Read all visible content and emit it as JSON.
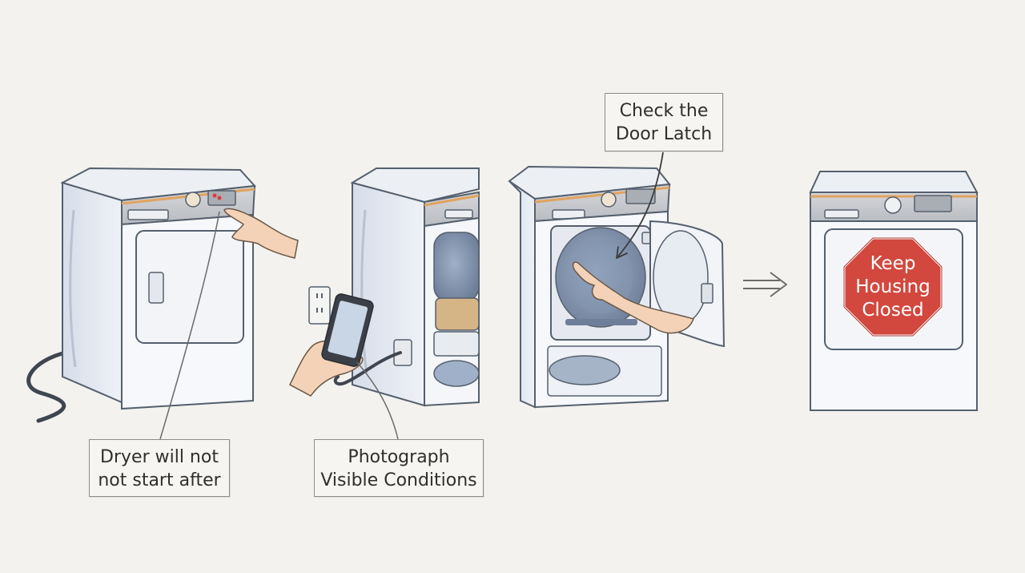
{
  "labels": {
    "door_latch": [
      "Check the",
      "Door Latch"
    ],
    "dryer_no_start": [
      "Dryer will not",
      "not start after"
    ],
    "photograph": [
      "Photograph",
      "Visible Conditions"
    ]
  },
  "stop_sign": [
    "Keep",
    "Housing",
    "Closed"
  ],
  "colors": {
    "background": "#f3f2ee",
    "appliance_body": "#f7f8fb",
    "appliance_shade": "#dce3ee",
    "outline": "#55606e",
    "panel": "#c9cbcf",
    "accent_orange": "#e0a35e",
    "stop_red": "#d2483e",
    "indicator_red": "#e03a3a",
    "skin": "#f3d2b8"
  },
  "icons": [
    "arrow-right-icon",
    "stop-sign-icon",
    "wall-outlet-icon",
    "smartphone-icon",
    "power-cord-icon"
  ]
}
